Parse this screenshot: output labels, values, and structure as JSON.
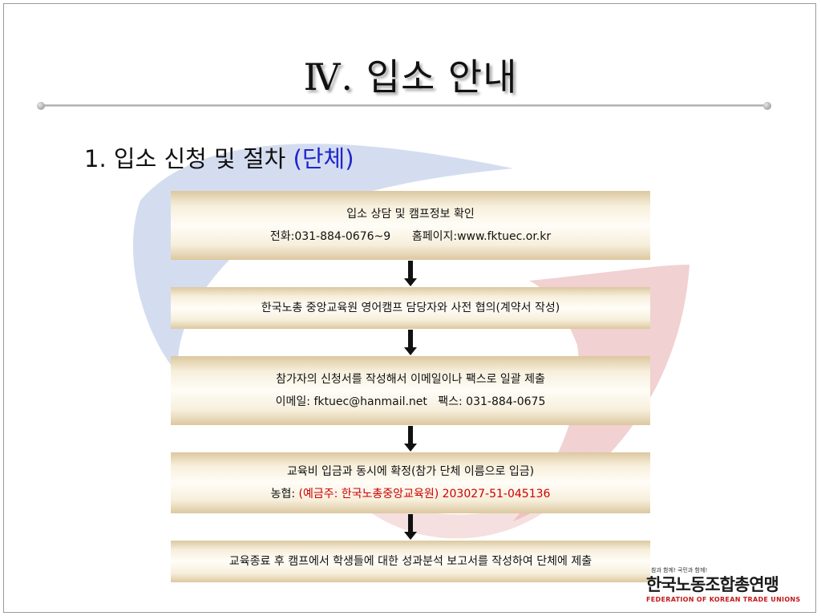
{
  "slide": {
    "title": "Ⅳ. 입소 안내",
    "subtitle_main": "1. 입소 신청 및 절차 ",
    "subtitle_accent": "(단체)"
  },
  "steps": [
    {
      "line1": "입소 상담 및 캠프정보 확인",
      "line2": "전화:031-884-0676~9      홈페이지:www.fktuec.or.kr"
    },
    {
      "line1": "한국노총 중앙교육원 영어캠프 담당자와 사전 협의(계약서 작성)"
    },
    {
      "line1": "참가자의 신청서를 작성해서 이메일이나 팩스로 일괄 제출",
      "line2": "이메일: fktuec@hanmail.net   팩스: 031-884-0675"
    },
    {
      "line1": "교육비 입금과 동시에 확정(참가 단체 이름으로 입금)",
      "line2_prefix": "농협: ",
      "line2_highlight": "(예금주: 한국노총중앙교육원) 203027-51-045136"
    },
    {
      "line1": "교육종료 후 캠프에서 학생들에 대한 성과분석 보고서를 작성하여 단체에 제출"
    }
  ],
  "logo": {
    "tagline": "참과 함께! 국민과 함께!",
    "korean": "한국노동조합총연맹",
    "english": "FEDERATION OF KOREAN TRADE UNIONS"
  },
  "colors": {
    "accent_blue": "#1f25c9",
    "highlight_red": "#cc0000",
    "box_tan": "#dcc8a0",
    "watermark_blue": "#9fb4dd",
    "watermark_red": "#e4a3a3"
  }
}
